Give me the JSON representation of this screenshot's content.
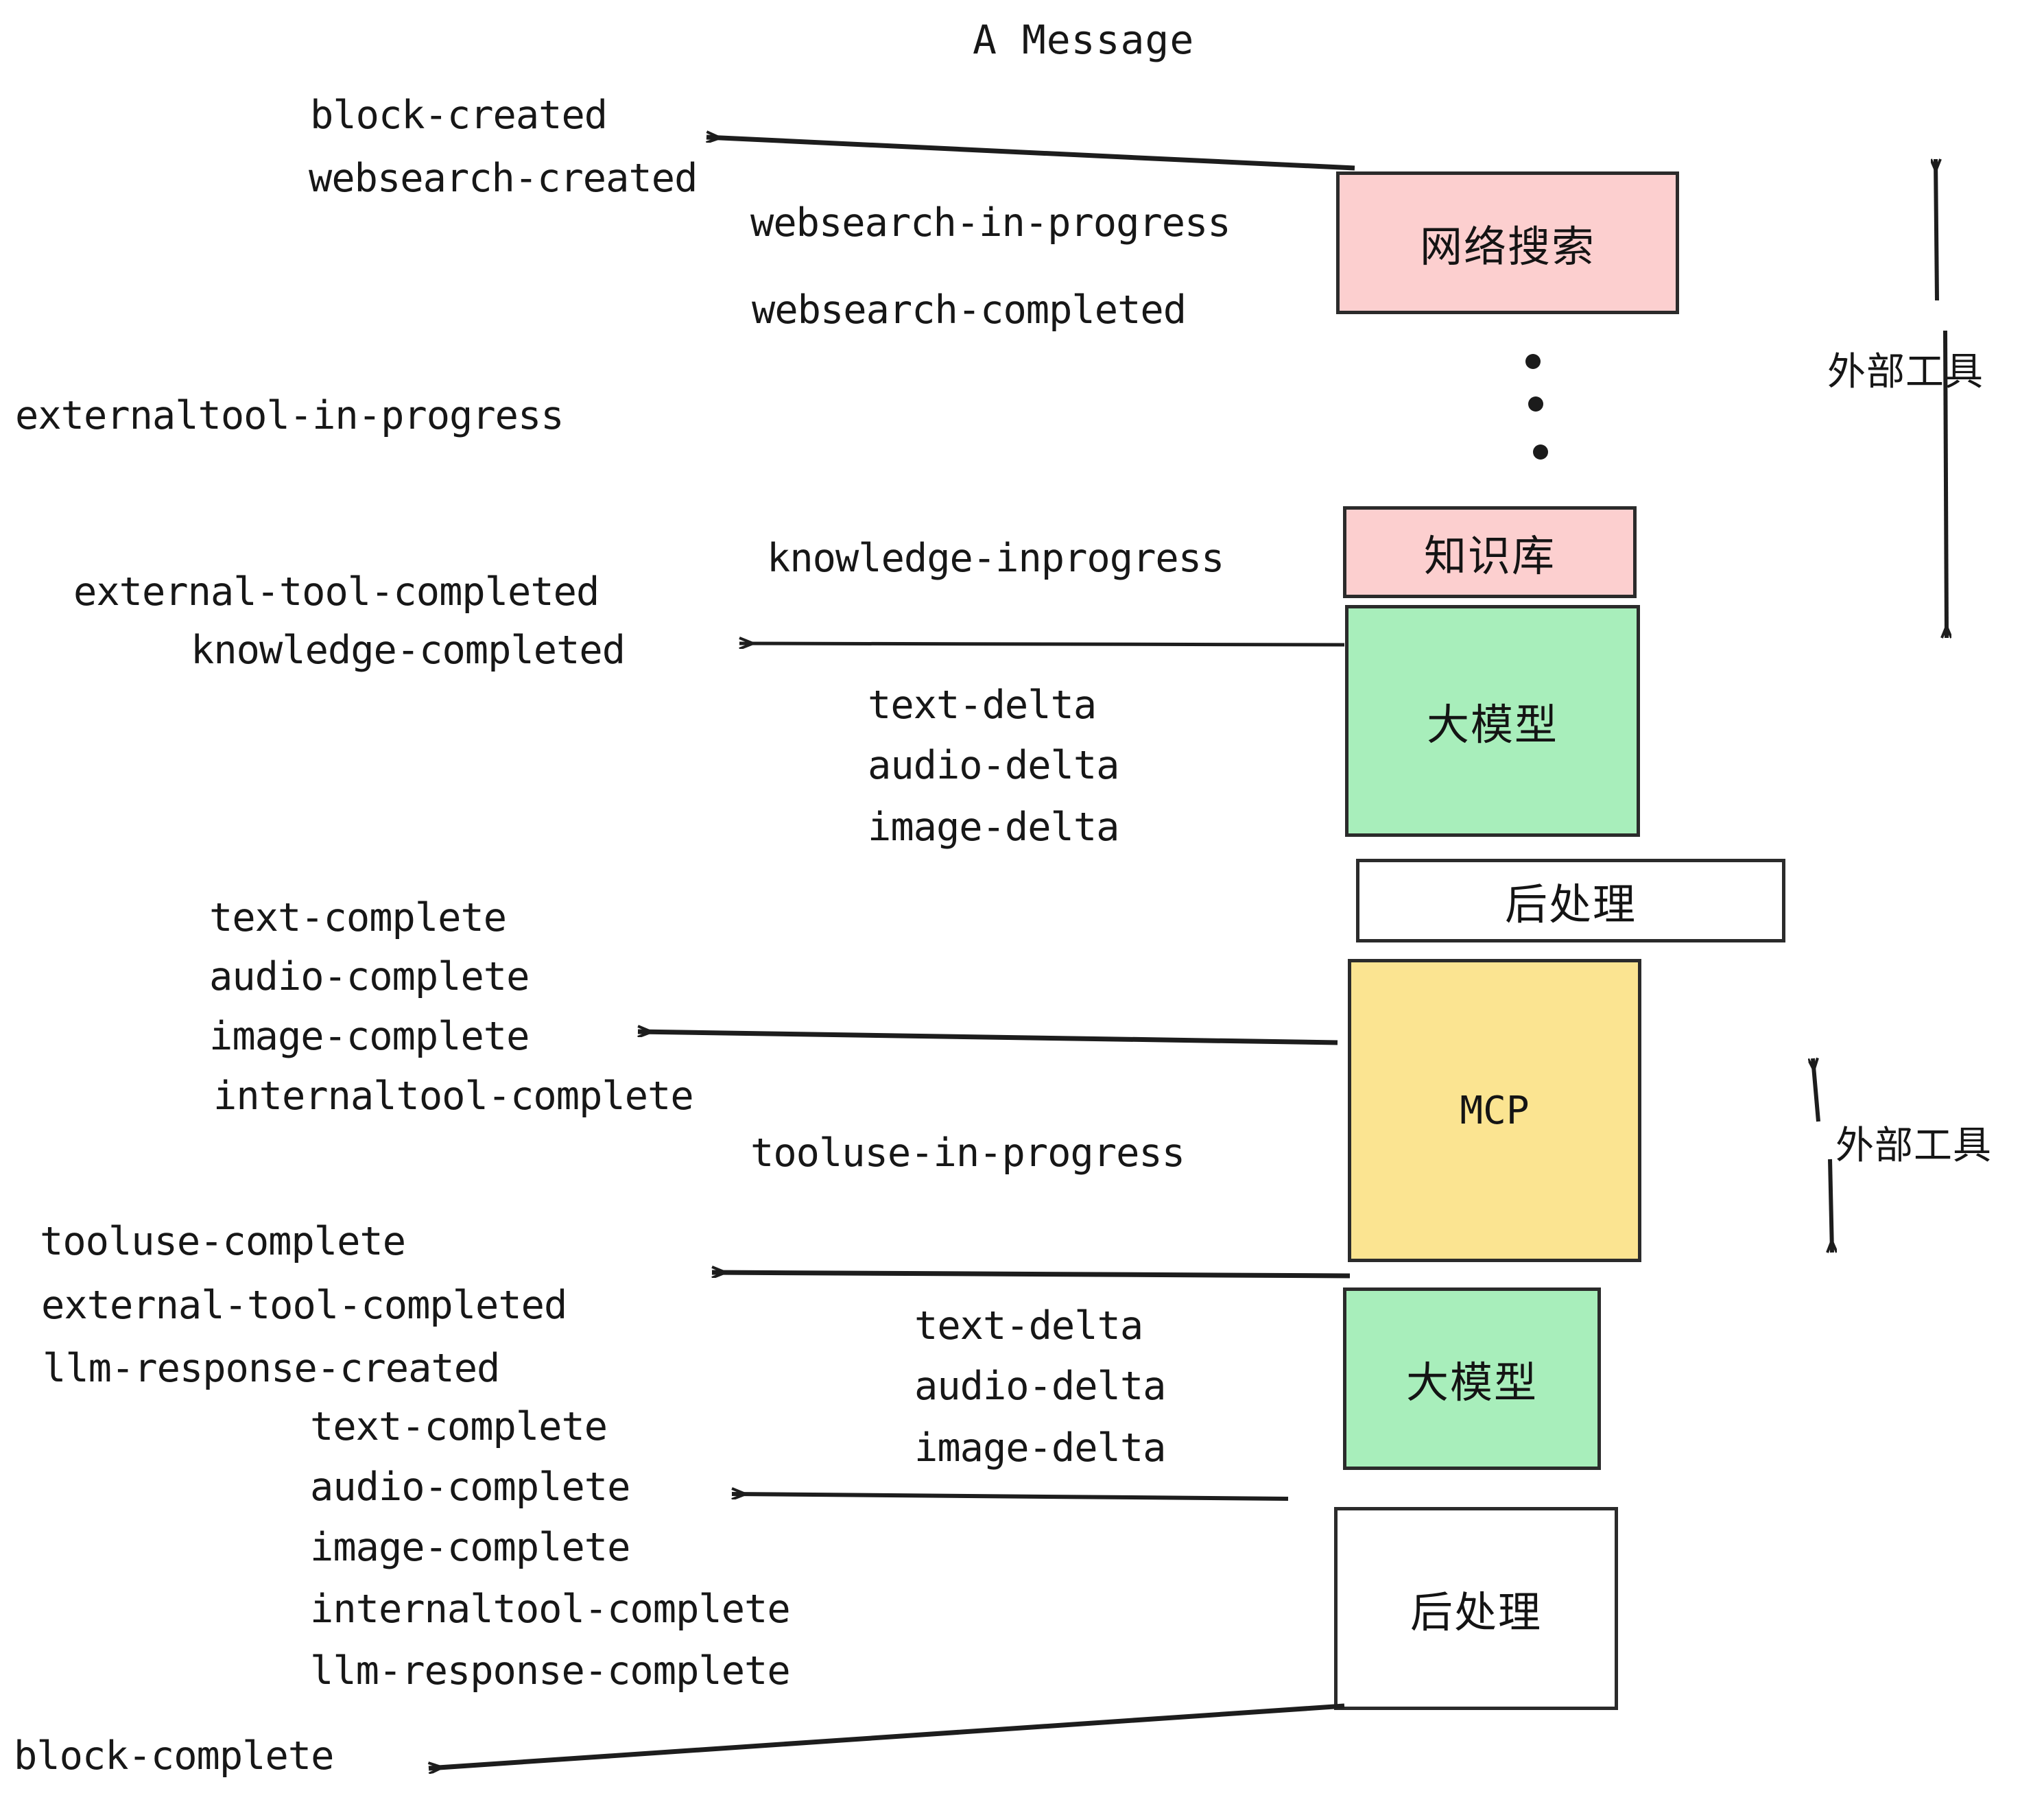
{
  "diagram": {
    "title": "A Message",
    "nodes": [
      {
        "id": "websearch",
        "label": "网络搜索",
        "color": "#fccfcf",
        "style": "pink"
      },
      {
        "id": "knowledge",
        "label": "知识库",
        "color": "#fccfcf",
        "style": "pink"
      },
      {
        "id": "llm1",
        "label": "大模型",
        "color": "#a8eebb",
        "style": "green"
      },
      {
        "id": "post1",
        "label": "后处理",
        "color": "#ffffff",
        "style": "plain"
      },
      {
        "id": "mcp",
        "label": "MCP",
        "color": "#fbe491",
        "style": "amber"
      },
      {
        "id": "llm2",
        "label": "大模型",
        "color": "#a8eebb",
        "style": "green"
      },
      {
        "id": "post2",
        "label": "后处理",
        "color": "#ffffff",
        "style": "plain"
      }
    ],
    "side_labels": [
      {
        "id": "external-tool-top",
        "text": "外部工具"
      },
      {
        "id": "external-tool-bottom",
        "text": "外部工具"
      }
    ],
    "events": [
      {
        "id": "e01",
        "text": "block-created"
      },
      {
        "id": "e02",
        "text": "websearch-created"
      },
      {
        "id": "e03",
        "text": "websearch-in-progress"
      },
      {
        "id": "e04",
        "text": "websearch-completed"
      },
      {
        "id": "e05",
        "text": "externaltool-in-progress"
      },
      {
        "id": "e06",
        "text": "knowledge-inprogress"
      },
      {
        "id": "e07",
        "text": "external-tool-completed"
      },
      {
        "id": "e08",
        "text": "knowledge-completed"
      },
      {
        "id": "e09",
        "text": "text-delta"
      },
      {
        "id": "e10",
        "text": "audio-delta"
      },
      {
        "id": "e11",
        "text": "image-delta"
      },
      {
        "id": "e12",
        "text": "text-complete"
      },
      {
        "id": "e13",
        "text": "audio-complete"
      },
      {
        "id": "e14",
        "text": "image-complete"
      },
      {
        "id": "e15",
        "text": "internaltool-complete"
      },
      {
        "id": "e16",
        "text": "tooluse-in-progress"
      },
      {
        "id": "e17",
        "text": "tooluse-complete"
      },
      {
        "id": "e18",
        "text": "external-tool-completed"
      },
      {
        "id": "e19",
        "text": "llm-response-created"
      },
      {
        "id": "e20",
        "text": "text-complete"
      },
      {
        "id": "e21",
        "text": "audio-complete"
      },
      {
        "id": "e22",
        "text": "image-complete"
      },
      {
        "id": "e23",
        "text": "internaltool-complete"
      },
      {
        "id": "e24",
        "text": "llm-response-complete"
      },
      {
        "id": "e25",
        "text": "text-delta"
      },
      {
        "id": "e26",
        "text": "audio-delta"
      },
      {
        "id": "e27",
        "text": "image-delta"
      },
      {
        "id": "e28",
        "text": "block-complete"
      }
    ],
    "ellipsis": {
      "id": "vertical-ellipsis",
      "dots": 3
    }
  }
}
